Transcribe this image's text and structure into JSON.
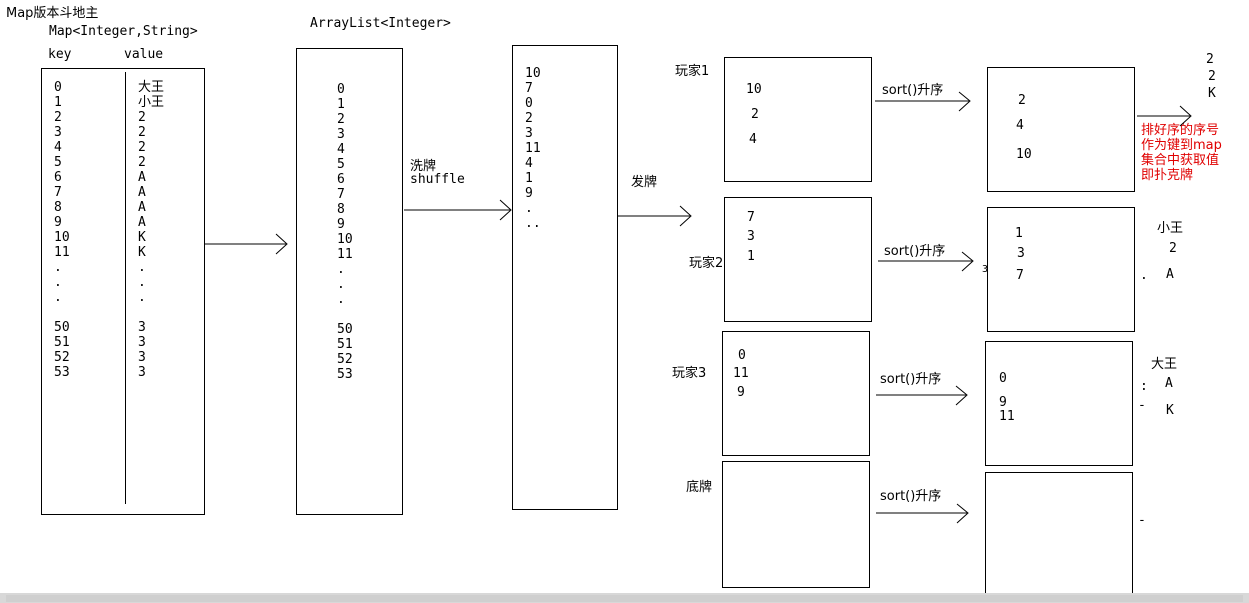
{
  "title": "Map版本斗地主",
  "map_section": {
    "type_label": "Map<Integer,String>",
    "key_header": "key",
    "value_header": "value",
    "keys": [
      "0",
      "1",
      "2",
      "3",
      "4",
      "5",
      "6",
      "7",
      "8",
      "9",
      "10",
      "11",
      ".",
      ".",
      ".",
      "",
      "50",
      "51",
      "52",
      "53"
    ],
    "values": [
      "大王",
      "小王",
      "2",
      "2",
      "2",
      "2",
      "A",
      "A",
      "A",
      "A",
      "K",
      "K",
      ".",
      ".",
      ".",
      "",
      "3",
      "3",
      "3",
      "3"
    ]
  },
  "list_section": {
    "type_label": "ArrayList<Integer>",
    "items": [
      "0",
      "1",
      "2",
      "3",
      "4",
      "5",
      "6",
      "7",
      "8",
      "9",
      "10",
      "11",
      ".",
      ".",
      ".",
      "",
      "50",
      "51",
      "52",
      "53"
    ]
  },
  "shuffle": {
    "label_cn": "洗牌",
    "label_en": "shuffle"
  },
  "shuffled_list": {
    "items": [
      "10",
      "7",
      "0",
      "2",
      "3",
      "11",
      "4",
      "1",
      "9",
      ".",
      "..",
      ""
    ]
  },
  "deal": {
    "label": "发牌"
  },
  "players": [
    {
      "name": "玩家1",
      "cards": [
        "10",
        "2",
        "4"
      ],
      "sort_label": "sort()升序",
      "sorted": [
        "2",
        "4",
        "10"
      ],
      "result": [
        "2",
        "2",
        "K"
      ]
    },
    {
      "name": "玩家2",
      "cards": [
        "7",
        "3",
        "1"
      ],
      "sort_label": "sort()升序",
      "sorted": [
        "1",
        "3",
        "7"
      ],
      "result": [
        "小王",
        "2",
        "A"
      ]
    },
    {
      "name": "玩家3",
      "cards": [
        "0",
        "11",
        "9"
      ],
      "sort_label": "sort()升序",
      "sorted": [
        "0",
        "9",
        "11"
      ],
      "result": [
        "大王",
        "A",
        "K"
      ]
    },
    {
      "name": "底牌",
      "cards": [],
      "sort_label": "sort()升序",
      "sorted": [],
      "result": []
    }
  ],
  "note": [
    "排好序的序号",
    "作为键到map",
    "集合中获取值",
    "即扑克牌"
  ],
  "stray_marks": {
    "mark_2": "3",
    "mark_4": ".",
    "mark_5": ":",
    "mark_6": "-",
    "mark_7": "-"
  }
}
